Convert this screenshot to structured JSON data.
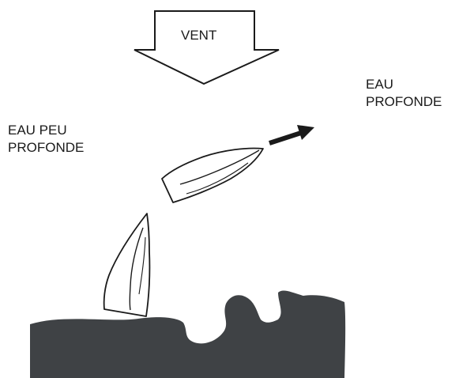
{
  "wind": {
    "label": "VENT",
    "icon": "wind-direction-arrow-icon"
  },
  "labels": {
    "shallow_water": [
      "EAU PEU",
      "PROFONDE"
    ],
    "deep_water": [
      "EAU",
      "PROFONDE"
    ]
  },
  "colors": {
    "land": "#3f4245",
    "outline": "#1a1a1a",
    "background": "#ffffff"
  },
  "elements": {
    "boat_upwind": "sailboat-hull-icon",
    "boat_turning": "sailboat-hull-icon",
    "course_arrow": "course-arrow-icon"
  }
}
